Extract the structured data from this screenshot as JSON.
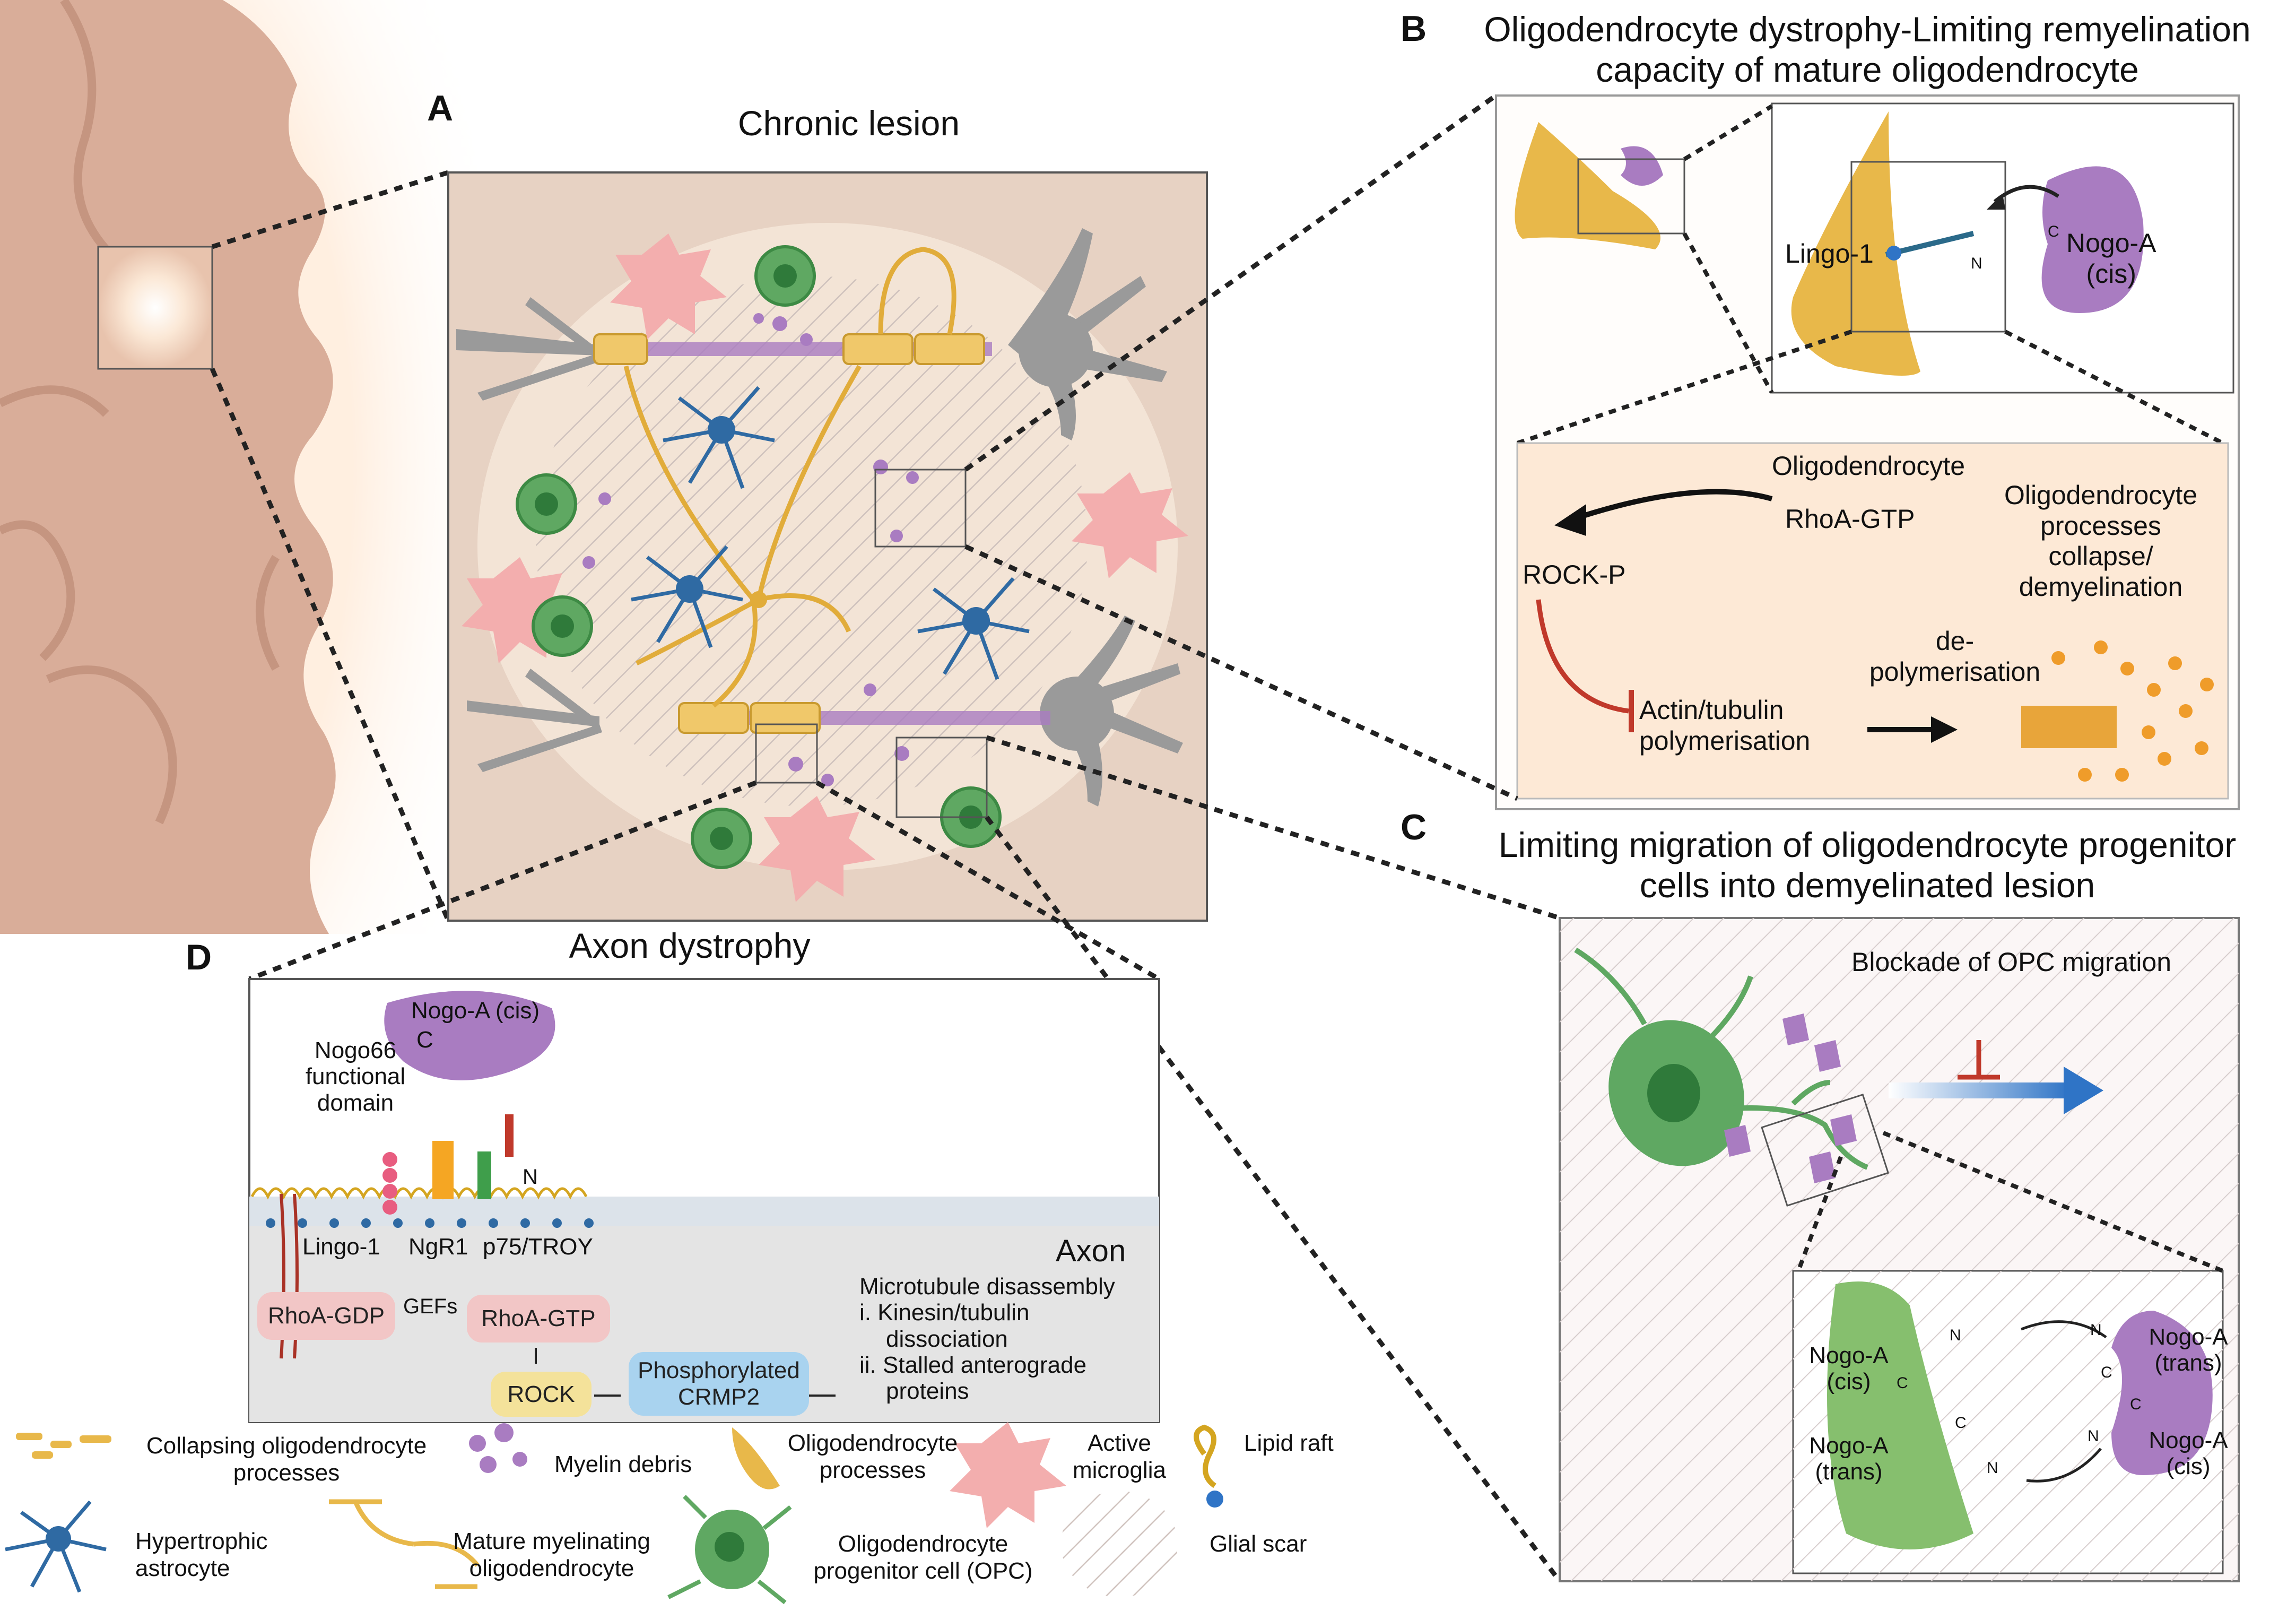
{
  "panel_a": {
    "letter": "A",
    "title": "Chronic lesion"
  },
  "panel_b": {
    "letter": "B",
    "title_line1": "Oligodendrocyte dystrophy-Limiting remyelination",
    "title_line2": "capacity of mature oligodendrocyte",
    "lingo": "Lingo-1",
    "nogo_cis_1": "Nogo-A",
    "nogo_cis_2": "(cis)",
    "c_label": "C",
    "n_label": "N",
    "oligodendrocyte": "Oligodendrocyte",
    "rhoa_gtp": "RhoA-GTP",
    "rock_p": "ROCK-P",
    "actin_1": "Actin/tubulin",
    "actin_2": "polymerisation",
    "depoly_1": "de-",
    "depoly_2": "polymerisation",
    "collapse_1": "Oligodendrocyte",
    "collapse_2": "processes",
    "collapse_3": "collapse/",
    "collapse_4": "demyelination"
  },
  "panel_c": {
    "letter": "C",
    "title_line1": "Limiting migration of oligodendrocyte progenitor",
    "title_line2": "cells into demyelinated lesion",
    "blockade": "Blockade of OPC migration",
    "nogo_cis_l1": "Nogo-A",
    "nogo_cis_l2": "(cis)",
    "nogo_trans_l1": "Nogo-A",
    "nogo_trans_l2": "(trans)",
    "nogo_trans_r1": "Nogo-A",
    "nogo_trans_r2": "(trans)",
    "nogo_cis_r1": "Nogo-A",
    "nogo_cis_r2": "(cis)",
    "n": "N",
    "c": "C"
  },
  "panel_d": {
    "letter": "D",
    "title": "Axon dystrophy",
    "nogo_cis": "Nogo-A (cis)",
    "c_label": "C",
    "n_label": "N",
    "nogo66_1": "Nogo66",
    "nogo66_2": "functional",
    "nogo66_3": "domain",
    "lingo": "Lingo-1",
    "ngr1": "NgR1",
    "p75": "p75/TROY",
    "axon": "Axon",
    "rhoa_gdp": "RhoA-GDP",
    "gefs": "GEFs",
    "rhoa_gtp": "RhoA-GTP",
    "rock": "ROCK",
    "crmp2_1": "Phosphorylated",
    "crmp2_2": "CRMP2",
    "micro_1": "Microtubule disassembly",
    "micro_2": "i. Kinesin/tubulin",
    "micro_3": "dissociation",
    "micro_4": "ii. Stalled anterograde",
    "micro_5": "proteins"
  },
  "legend": {
    "collapsing_1": "Collapsing oligodendrocyte",
    "collapsing_2": "processes",
    "myelin_debris": "Myelin debris",
    "olig_proc_1": "Oligodendrocyte",
    "olig_proc_2": "processes",
    "microglia_1": "Active",
    "microglia_2": "microglia",
    "lipid_raft": "Lipid raft",
    "astro_1": "Hypertrophic",
    "astro_2": "astrocyte",
    "mature_1": "Mature myelinating",
    "mature_2": "oligodendrocyte",
    "opc_1": "Oligodendrocyte",
    "opc_2": "progenitor cell (OPC)",
    "glial_scar": "Glial scar"
  },
  "colors": {
    "brain": "#d7a994",
    "oligo": "#e8b84a",
    "myelin_debris": "#a97cc1",
    "opc": "#5fa862",
    "microglia": "#f3aeae",
    "astrocyte": "#2f6aa3",
    "neuron": "#9a9a9a",
    "rho_pill": "#f2c6c6",
    "rock_pill": "#f4e29a",
    "crmp_pill": "#a9d3ef"
  }
}
